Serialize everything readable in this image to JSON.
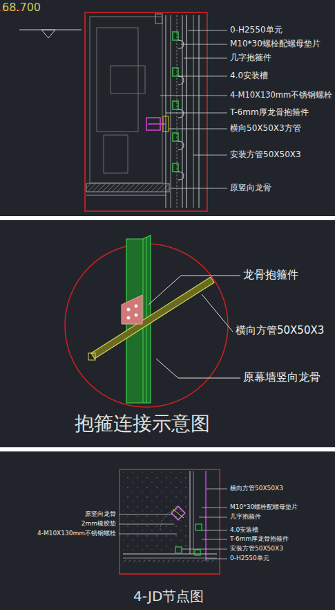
{
  "diagram": {
    "labels": [
      "68.700",
      "0-H2550单元",
      "M10*30螺栓配螺母垫片",
      "几字抱箍件",
      "4.0安装槽",
      "4-M10X130mm不锈钢螺栓",
      "T-6mm厚龙骨抱箍件",
      "横向50X50X3方管",
      "安装方管50X50X3",
      "原竖向龙骨",
      "龙骨抱箍件",
      "横向方管50X50X3",
      "原幕墙竖向龙骨",
      "抱箍连接示意图",
      "横向方管50X50X3",
      "M10*30螺栓配螺母垫片",
      "几字抱箍件",
      "4.0安装槽",
      "T-6mm厚龙骨抱箍件",
      "安装方管50X50X3",
      "0-H2550单元",
      "原竖向龙骨",
      "2mm橡胶垫",
      "4-M10X130mm不锈钢螺栓",
      "4-JD节点图"
    ]
  }
}
